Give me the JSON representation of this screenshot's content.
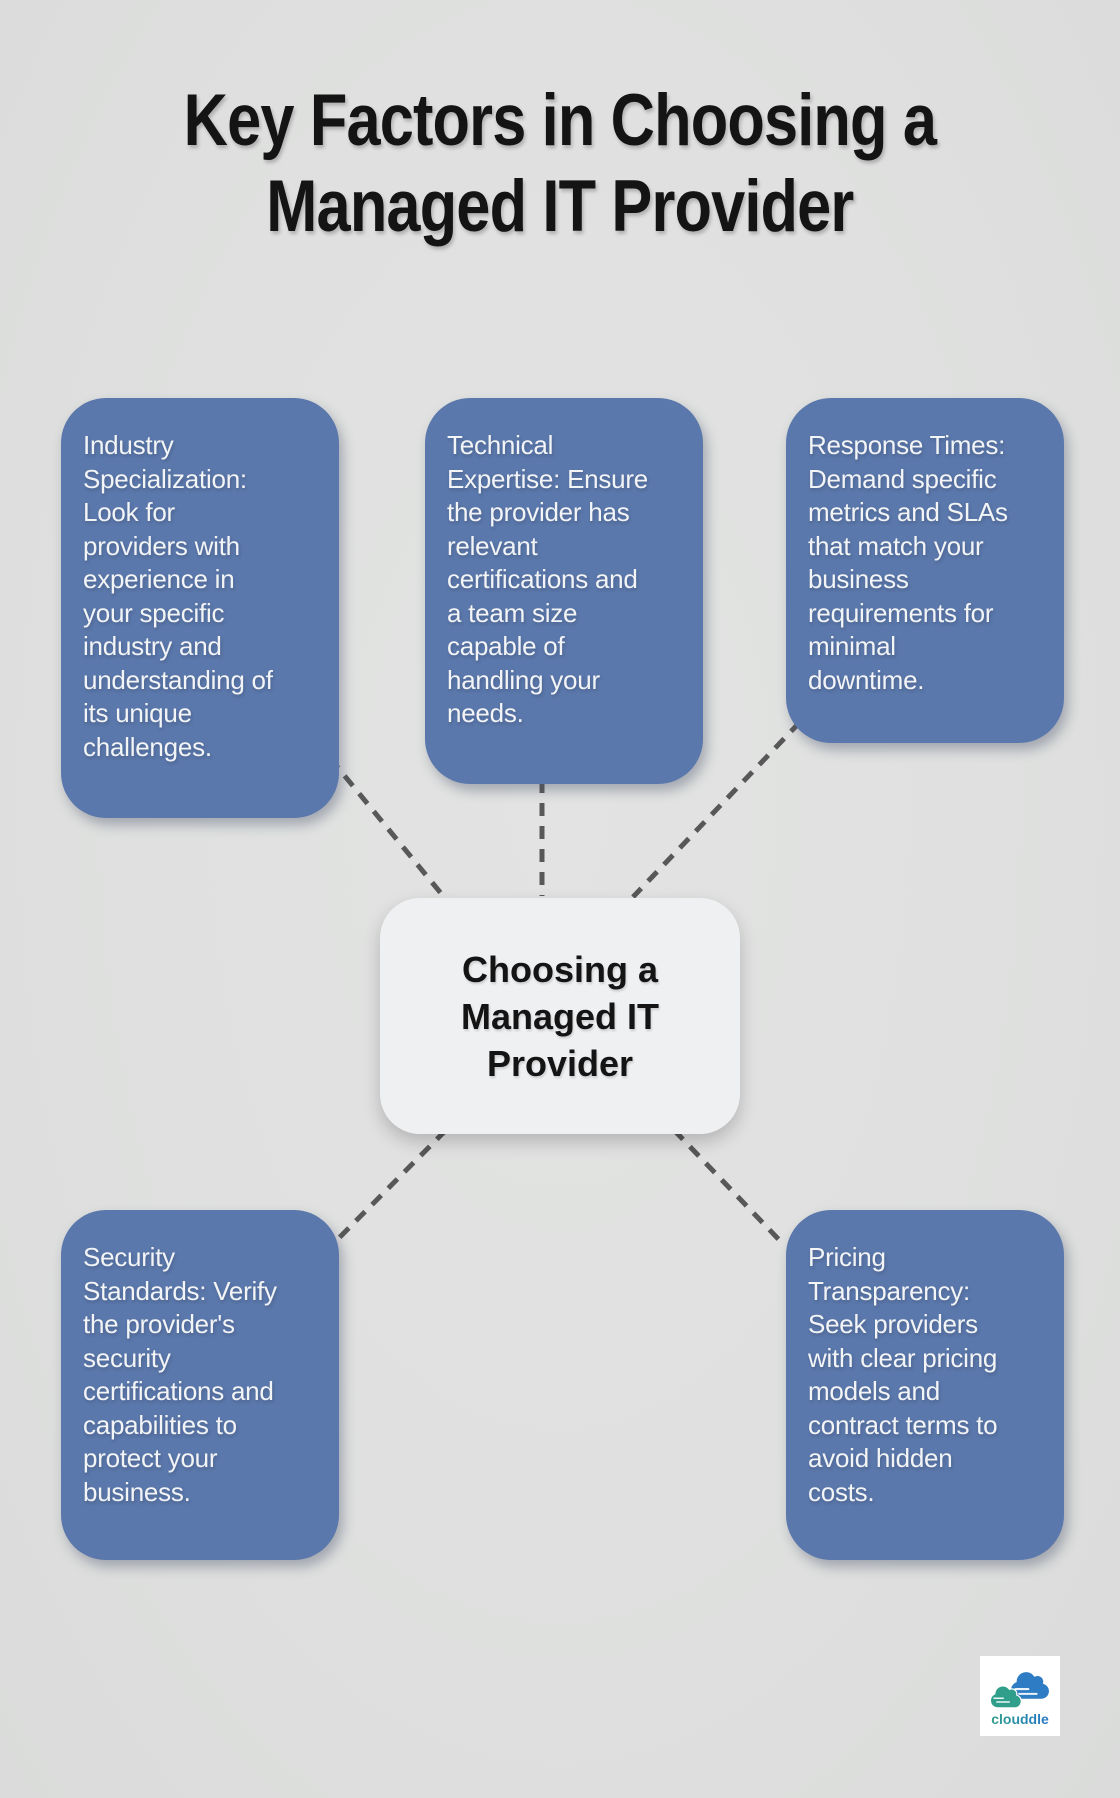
{
  "title": "Key Factors in Choosing a\nManaged IT Provider",
  "center_node": {
    "label": "Choosing a\nManaged IT\nProvider"
  },
  "factors": [
    {
      "id": "industry-specialization",
      "text": "Industry\nSpecialization:\nLook for\nproviders with\nexperience in\nyour specific\nindustry and\nunderstanding of\nits unique\nchallenges."
    },
    {
      "id": "technical-expertise",
      "text": "Technical\nExpertise: Ensure\nthe provider has\nrelevant\ncertifications and\na team size\ncapable of\nhandling your\nneeds."
    },
    {
      "id": "response-times",
      "text": "Response Times:\nDemand specific\nmetrics and SLAs\nthat match your\nbusiness\nrequirements for\nminimal\ndowntime."
    },
    {
      "id": "security-standards",
      "text": "Security\nStandards: Verify\nthe provider's\nsecurity\ncertifications and\ncapabilities to\nprotect your\nbusiness."
    },
    {
      "id": "pricing-transparency",
      "text": "Pricing\nTransparency:\nSeek providers\nwith clear pricing\nmodels and\ncontract terms to\navoid hidden\ncosts."
    }
  ],
  "logo": {
    "wordmark": "clouddle"
  },
  "colors": {
    "background": "#dfe0df",
    "factor_box": "#5b78ac",
    "factor_text": "#f2f4f6",
    "center_box": "#eff0f2",
    "center_text": "#141414",
    "connector": "#585858",
    "title_text": "#141414",
    "logo_teal": "#2f9e8a",
    "logo_blue": "#2577c8"
  }
}
